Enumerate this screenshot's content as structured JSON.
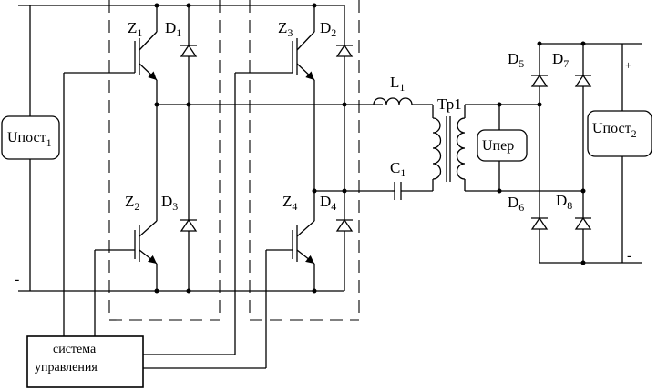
{
  "source": {
    "label": "Uпост",
    "sub": "1"
  },
  "load": {
    "label": "Uпост",
    "sub": "2"
  },
  "primary_voltage": {
    "label": "Uпер"
  },
  "transistors": [
    {
      "label": "Z",
      "sub": "1"
    },
    {
      "label": "Z",
      "sub": "2"
    },
    {
      "label": "Z",
      "sub": "3"
    },
    {
      "label": "Z",
      "sub": "4"
    }
  ],
  "bridge_diodes": [
    {
      "label": "D",
      "sub": "1"
    },
    {
      "label": "D",
      "sub": "2"
    },
    {
      "label": "D",
      "sub": "3"
    },
    {
      "label": "D",
      "sub": "4"
    }
  ],
  "rectifier_diodes": [
    {
      "label": "D",
      "sub": "5"
    },
    {
      "label": "D",
      "sub": "6"
    },
    {
      "label": "D",
      "sub": "7"
    },
    {
      "label": "D",
      "sub": "8"
    }
  ],
  "inductor": {
    "label": "L",
    "sub": "1"
  },
  "capacitor": {
    "label": "C",
    "sub": "1"
  },
  "transformer": {
    "label": "Тр1"
  },
  "control": {
    "line1": "система",
    "line2": "управления"
  },
  "terminals": {
    "input_minus": "-",
    "output_plus": "+",
    "output_minus": "-"
  }
}
